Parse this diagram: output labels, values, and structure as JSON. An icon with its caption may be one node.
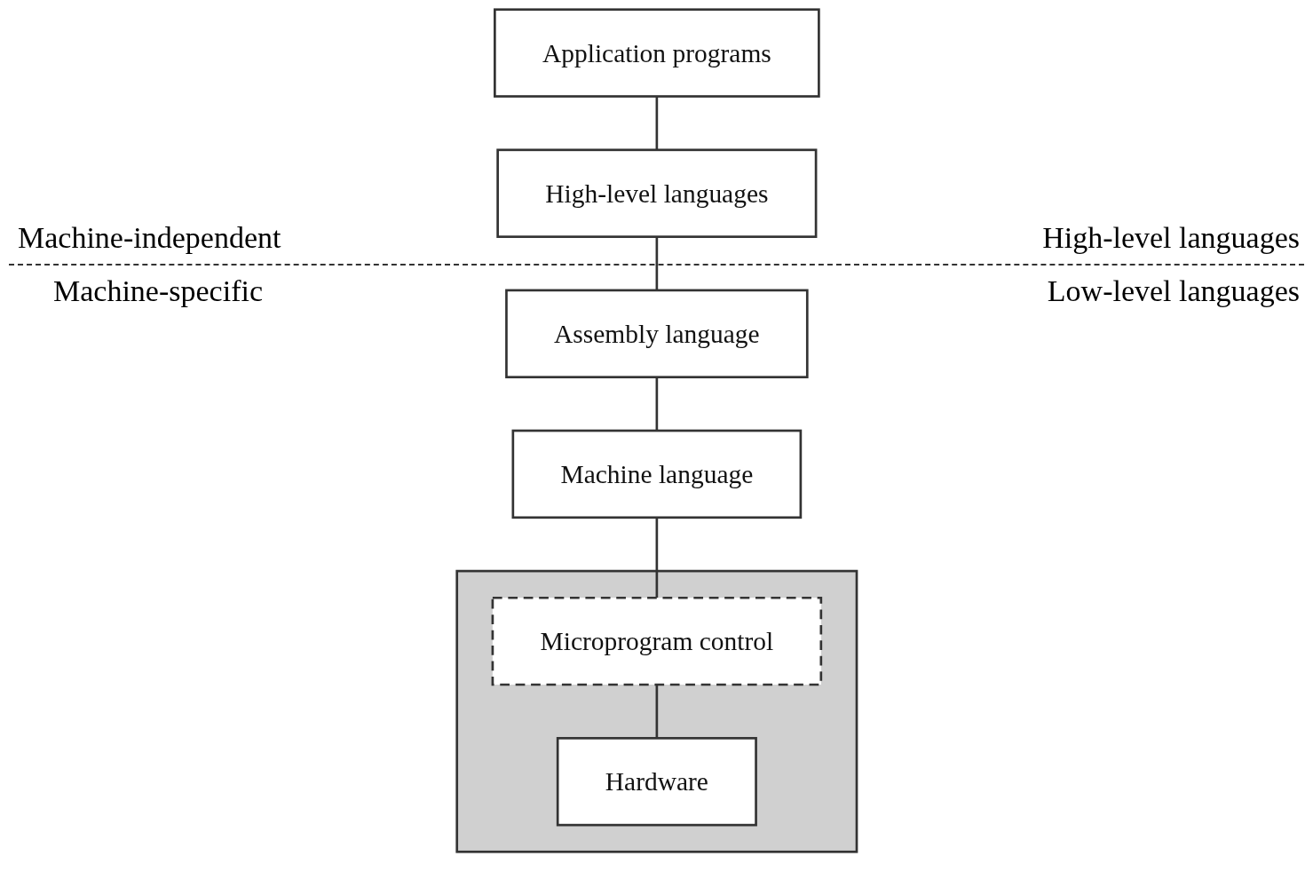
{
  "diagram": {
    "nodes": [
      {
        "text": [
          "Application programs"
        ]
      },
      {
        "text": [
          "High-level languages"
        ]
      },
      {
        "text": [
          "Assembly language"
        ]
      },
      {
        "text": [
          "Machine language"
        ]
      },
      {
        "text": [],
        "shape": "box"
      },
      {
        "text": [
          "Microprogram control"
        ],
        "in": 4
      },
      {
        "text": [
          "Hardware"
        ],
        "in": 4
      }
    ],
    "edges": [
      {
        "from": 0,
        "to": 1,
        "arrow": "none"
      },
      {
        "from": 1,
        "to": 2,
        "arrow": "none"
      },
      {
        "from": 2,
        "to": 3,
        "arrow": "none"
      },
      {
        "from": 3,
        "to": 5,
        "arrow": "none"
      },
      {
        "from": 5,
        "to": 6,
        "arrow": "none"
      }
    ],
    "labels": [
      "Machine-independent",
      "High-level languages",
      "Machine-specific",
      "Low-level languages"
    ]
  }
}
